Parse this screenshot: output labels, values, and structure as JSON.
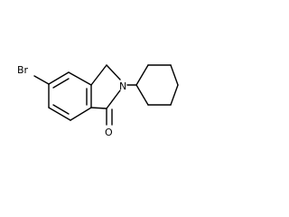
{
  "molecule": {
    "atoms": {
      "br": "Br",
      "n": "N",
      "o": "O"
    },
    "colors": {
      "background": "#ffffff",
      "bonds": "#000000",
      "labels": "#000000"
    }
  }
}
